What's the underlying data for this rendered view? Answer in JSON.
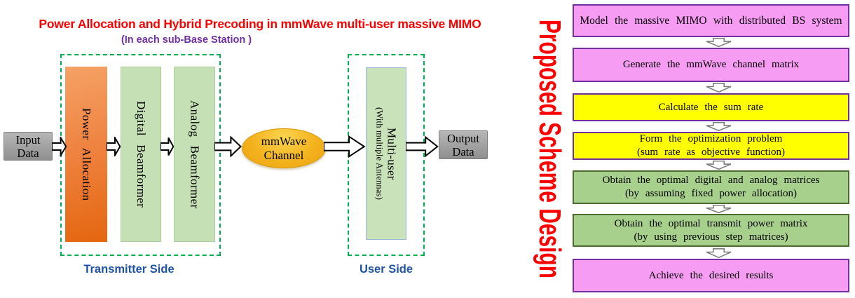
{
  "left_diagram": {
    "title": "Power Allocation and Hybrid Precoding in mmWave multi-user massive MIMO",
    "subtitle": "(In each sub-Base Station )",
    "input_box": {
      "line1": "Input",
      "line2": "Data"
    },
    "output_box": {
      "line1": "Output",
      "line2": "Data"
    },
    "power_allocation_label": "Power Allocation",
    "digital_beamformer_label": "Digital Beamformer",
    "analog_beamformer_label": "Analog Beamformer",
    "channel": {
      "line1": "mmWave",
      "line2": "Channel"
    },
    "multi_user": {
      "line1": "Multi-user",
      "line2": "(With multiple Antennas)"
    },
    "transmitter_side_label": "Transmitter Side",
    "user_side_label": "User Side"
  },
  "right_flowchart": {
    "side_label": "Proposed Scheme Design",
    "steps": [
      {
        "line1": "Model the massive MIMO with distributed BS system",
        "line2": "",
        "style": "pink"
      },
      {
        "line1": "Generate the mmWave channel matrix",
        "line2": "",
        "style": "pink"
      },
      {
        "line1": "Calculate the sum rate",
        "line2": "",
        "style": "yellow"
      },
      {
        "line1": "Form the optimization problem",
        "line2": "(sum rate as objective function)",
        "style": "yellow"
      },
      {
        "line1": "Obtain the optimal digital and analog matrices",
        "line2": "(by assuming fixed power allocation)",
        "style": "green"
      },
      {
        "line1": "Obtain the optimal transmit power matrix",
        "line2": "(by using previous step matrices)",
        "style": "green"
      },
      {
        "line1": "Achieve the desired results",
        "line2": "",
        "style": "pink"
      }
    ]
  },
  "colors": {
    "title_red": "#FE0000",
    "subtitle_purple": "#7030A0",
    "dashed_green": "#00B050",
    "side_label_blue": "#2053A4",
    "orange_block": "#E4660F",
    "light_green_block": "#C5E0B4",
    "channel_gold": "#F3B31E",
    "gray_block": "#A6A6A6",
    "pink_step": "#F79CF3",
    "yellow_step": "#FFFF00",
    "green_step": "#A8D08D",
    "purple_border": "#7030A0",
    "green_border": "#4E6B2F",
    "arrow_outline_gray": "#7F7F7F"
  }
}
